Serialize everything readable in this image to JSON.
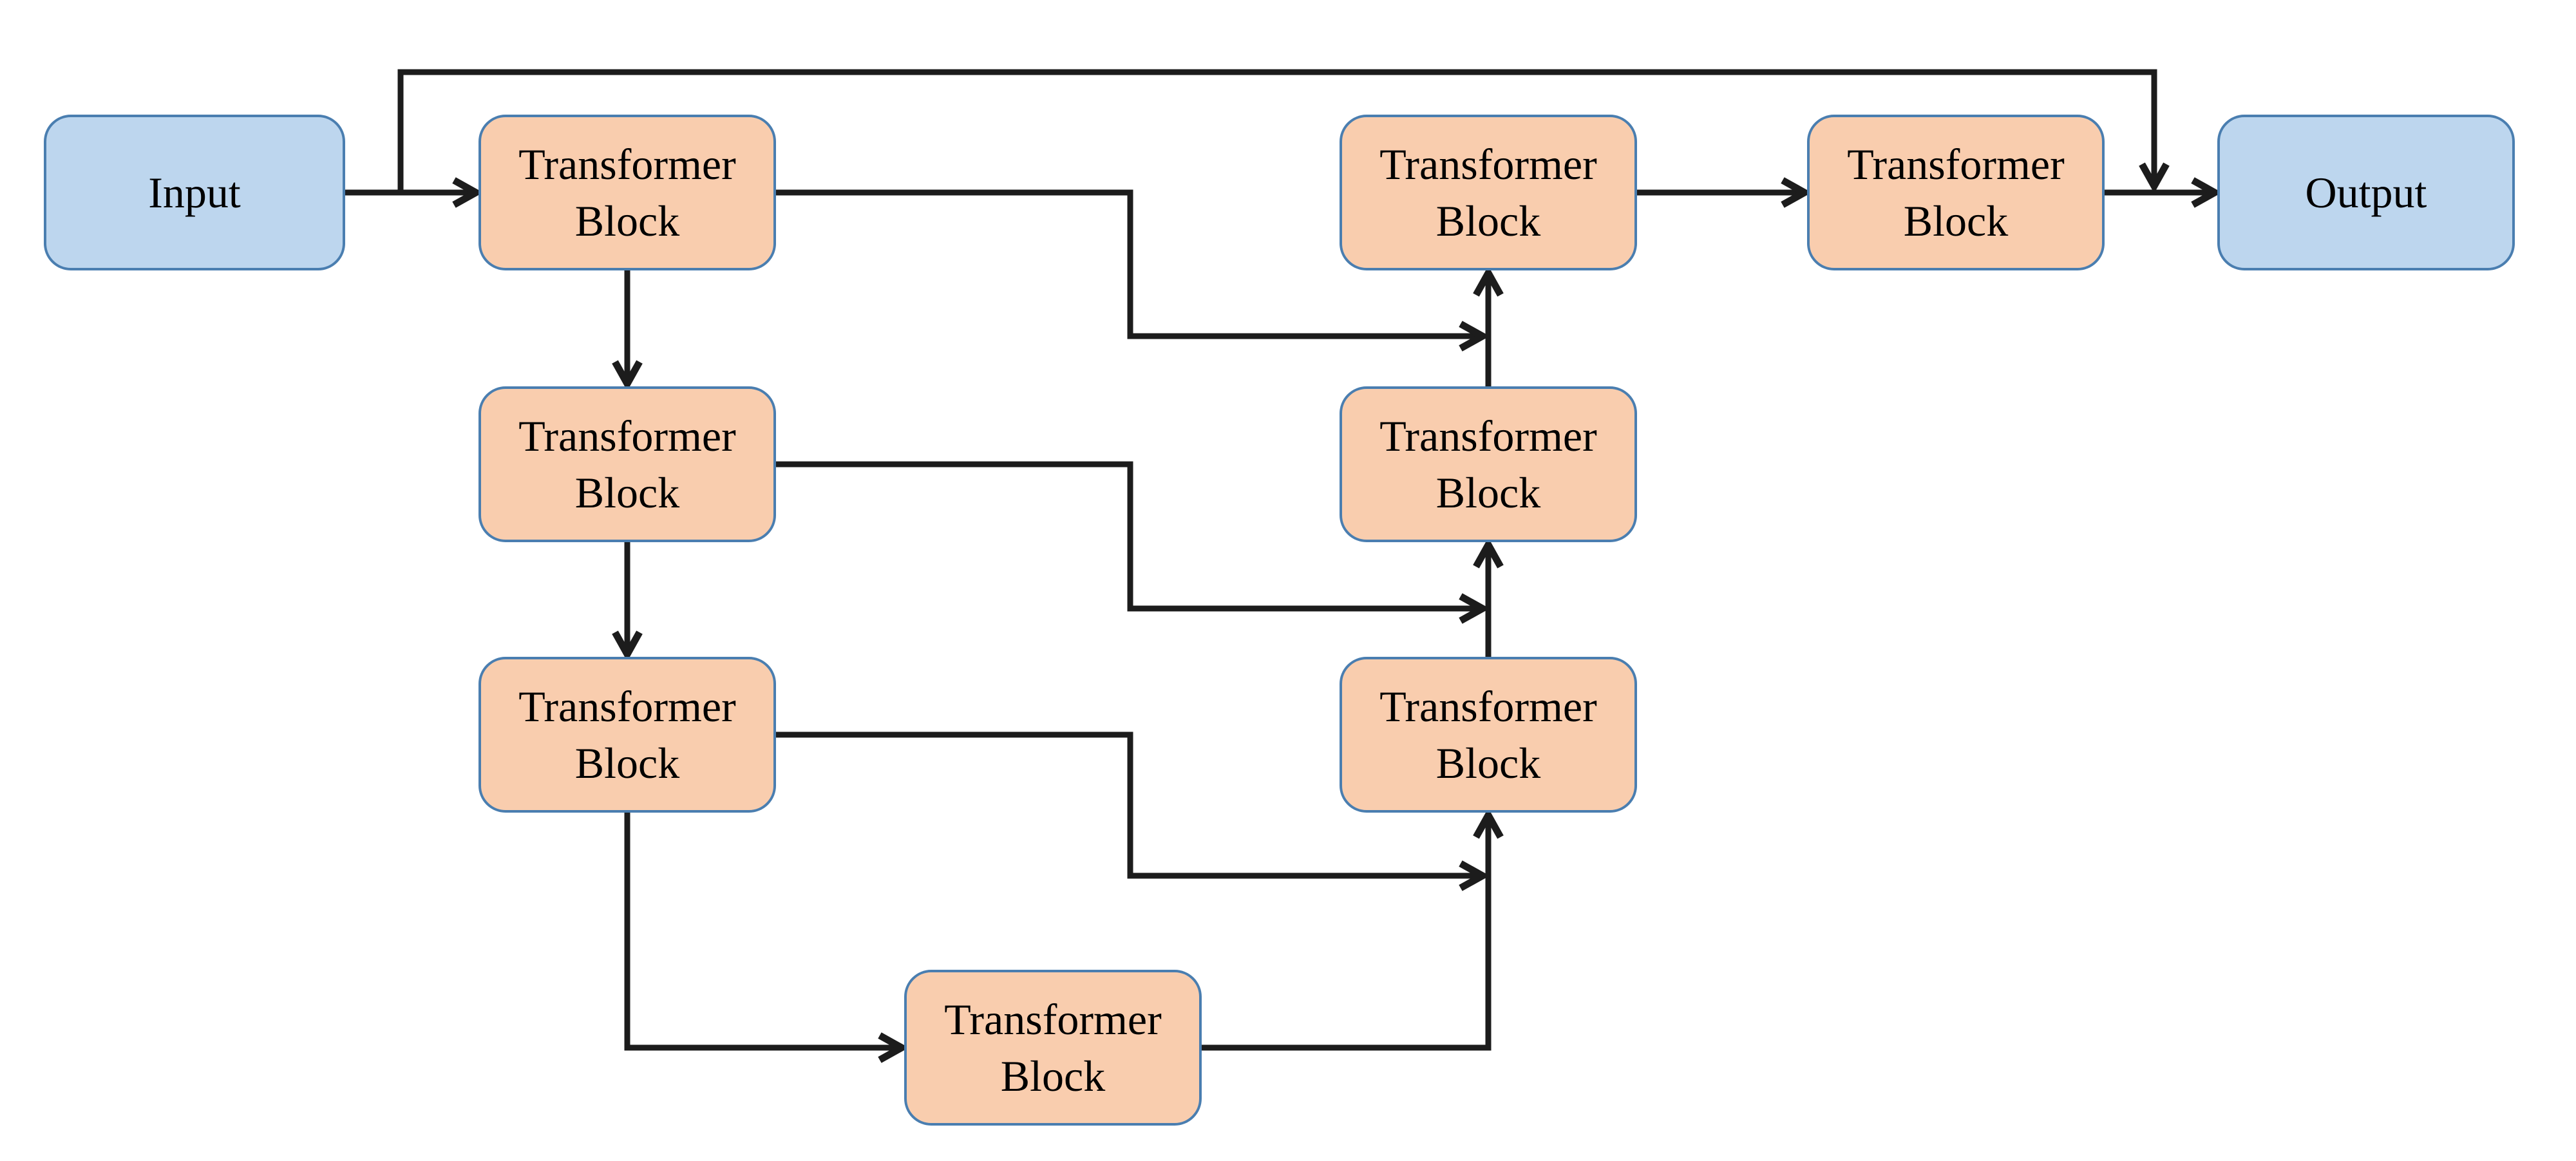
{
  "diagram": {
    "description": "U-shaped encoder-decoder architecture of Transformer Blocks with skip connections",
    "colors": {
      "io_fill": "#bdd6ee",
      "io_border": "#4a7eb0",
      "block_fill": "#f9cdae",
      "block_border": "#4a7eb0",
      "line_color": "#1c1c1c",
      "text_color": "#000000"
    },
    "nodes": [
      {
        "id": "input",
        "label": "Input",
        "kind": "io"
      },
      {
        "id": "encoder-block-1",
        "label": "Transformer Block",
        "kind": "block"
      },
      {
        "id": "encoder-block-2",
        "label": "Transformer Block",
        "kind": "block"
      },
      {
        "id": "encoder-block-3",
        "label": "Transformer Block",
        "kind": "block"
      },
      {
        "id": "bottleneck-block",
        "label": "Transformer Block",
        "kind": "block"
      },
      {
        "id": "decoder-block-3",
        "label": "Transformer Block",
        "kind": "block"
      },
      {
        "id": "decoder-block-2",
        "label": "Transformer Block",
        "kind": "block"
      },
      {
        "id": "decoder-block-1",
        "label": "Transformer Block",
        "kind": "block"
      },
      {
        "id": "final-block",
        "label": "Transformer Block",
        "kind": "block"
      },
      {
        "id": "output",
        "label": "Output",
        "kind": "io"
      }
    ],
    "edges": [
      {
        "from": "input",
        "to": "encoder-block-1",
        "type": "main"
      },
      {
        "from": "input",
        "to": "output",
        "type": "skip"
      },
      {
        "from": "encoder-block-1",
        "to": "encoder-block-2",
        "type": "main"
      },
      {
        "from": "encoder-block-2",
        "to": "encoder-block-3",
        "type": "main"
      },
      {
        "from": "encoder-block-3",
        "to": "bottleneck-block",
        "type": "main"
      },
      {
        "from": "bottleneck-block",
        "to": "decoder-block-3",
        "type": "main"
      },
      {
        "from": "decoder-block-3",
        "to": "decoder-block-2",
        "type": "main"
      },
      {
        "from": "decoder-block-2",
        "to": "decoder-block-1",
        "type": "main"
      },
      {
        "from": "decoder-block-1",
        "to": "final-block",
        "type": "main"
      },
      {
        "from": "final-block",
        "to": "output",
        "type": "main"
      },
      {
        "from": "encoder-block-1",
        "to": "decoder-block-1",
        "type": "skip"
      },
      {
        "from": "encoder-block-2",
        "to": "decoder-block-2",
        "type": "skip"
      },
      {
        "from": "encoder-block-3",
        "to": "decoder-block-3",
        "type": "skip"
      }
    ]
  }
}
